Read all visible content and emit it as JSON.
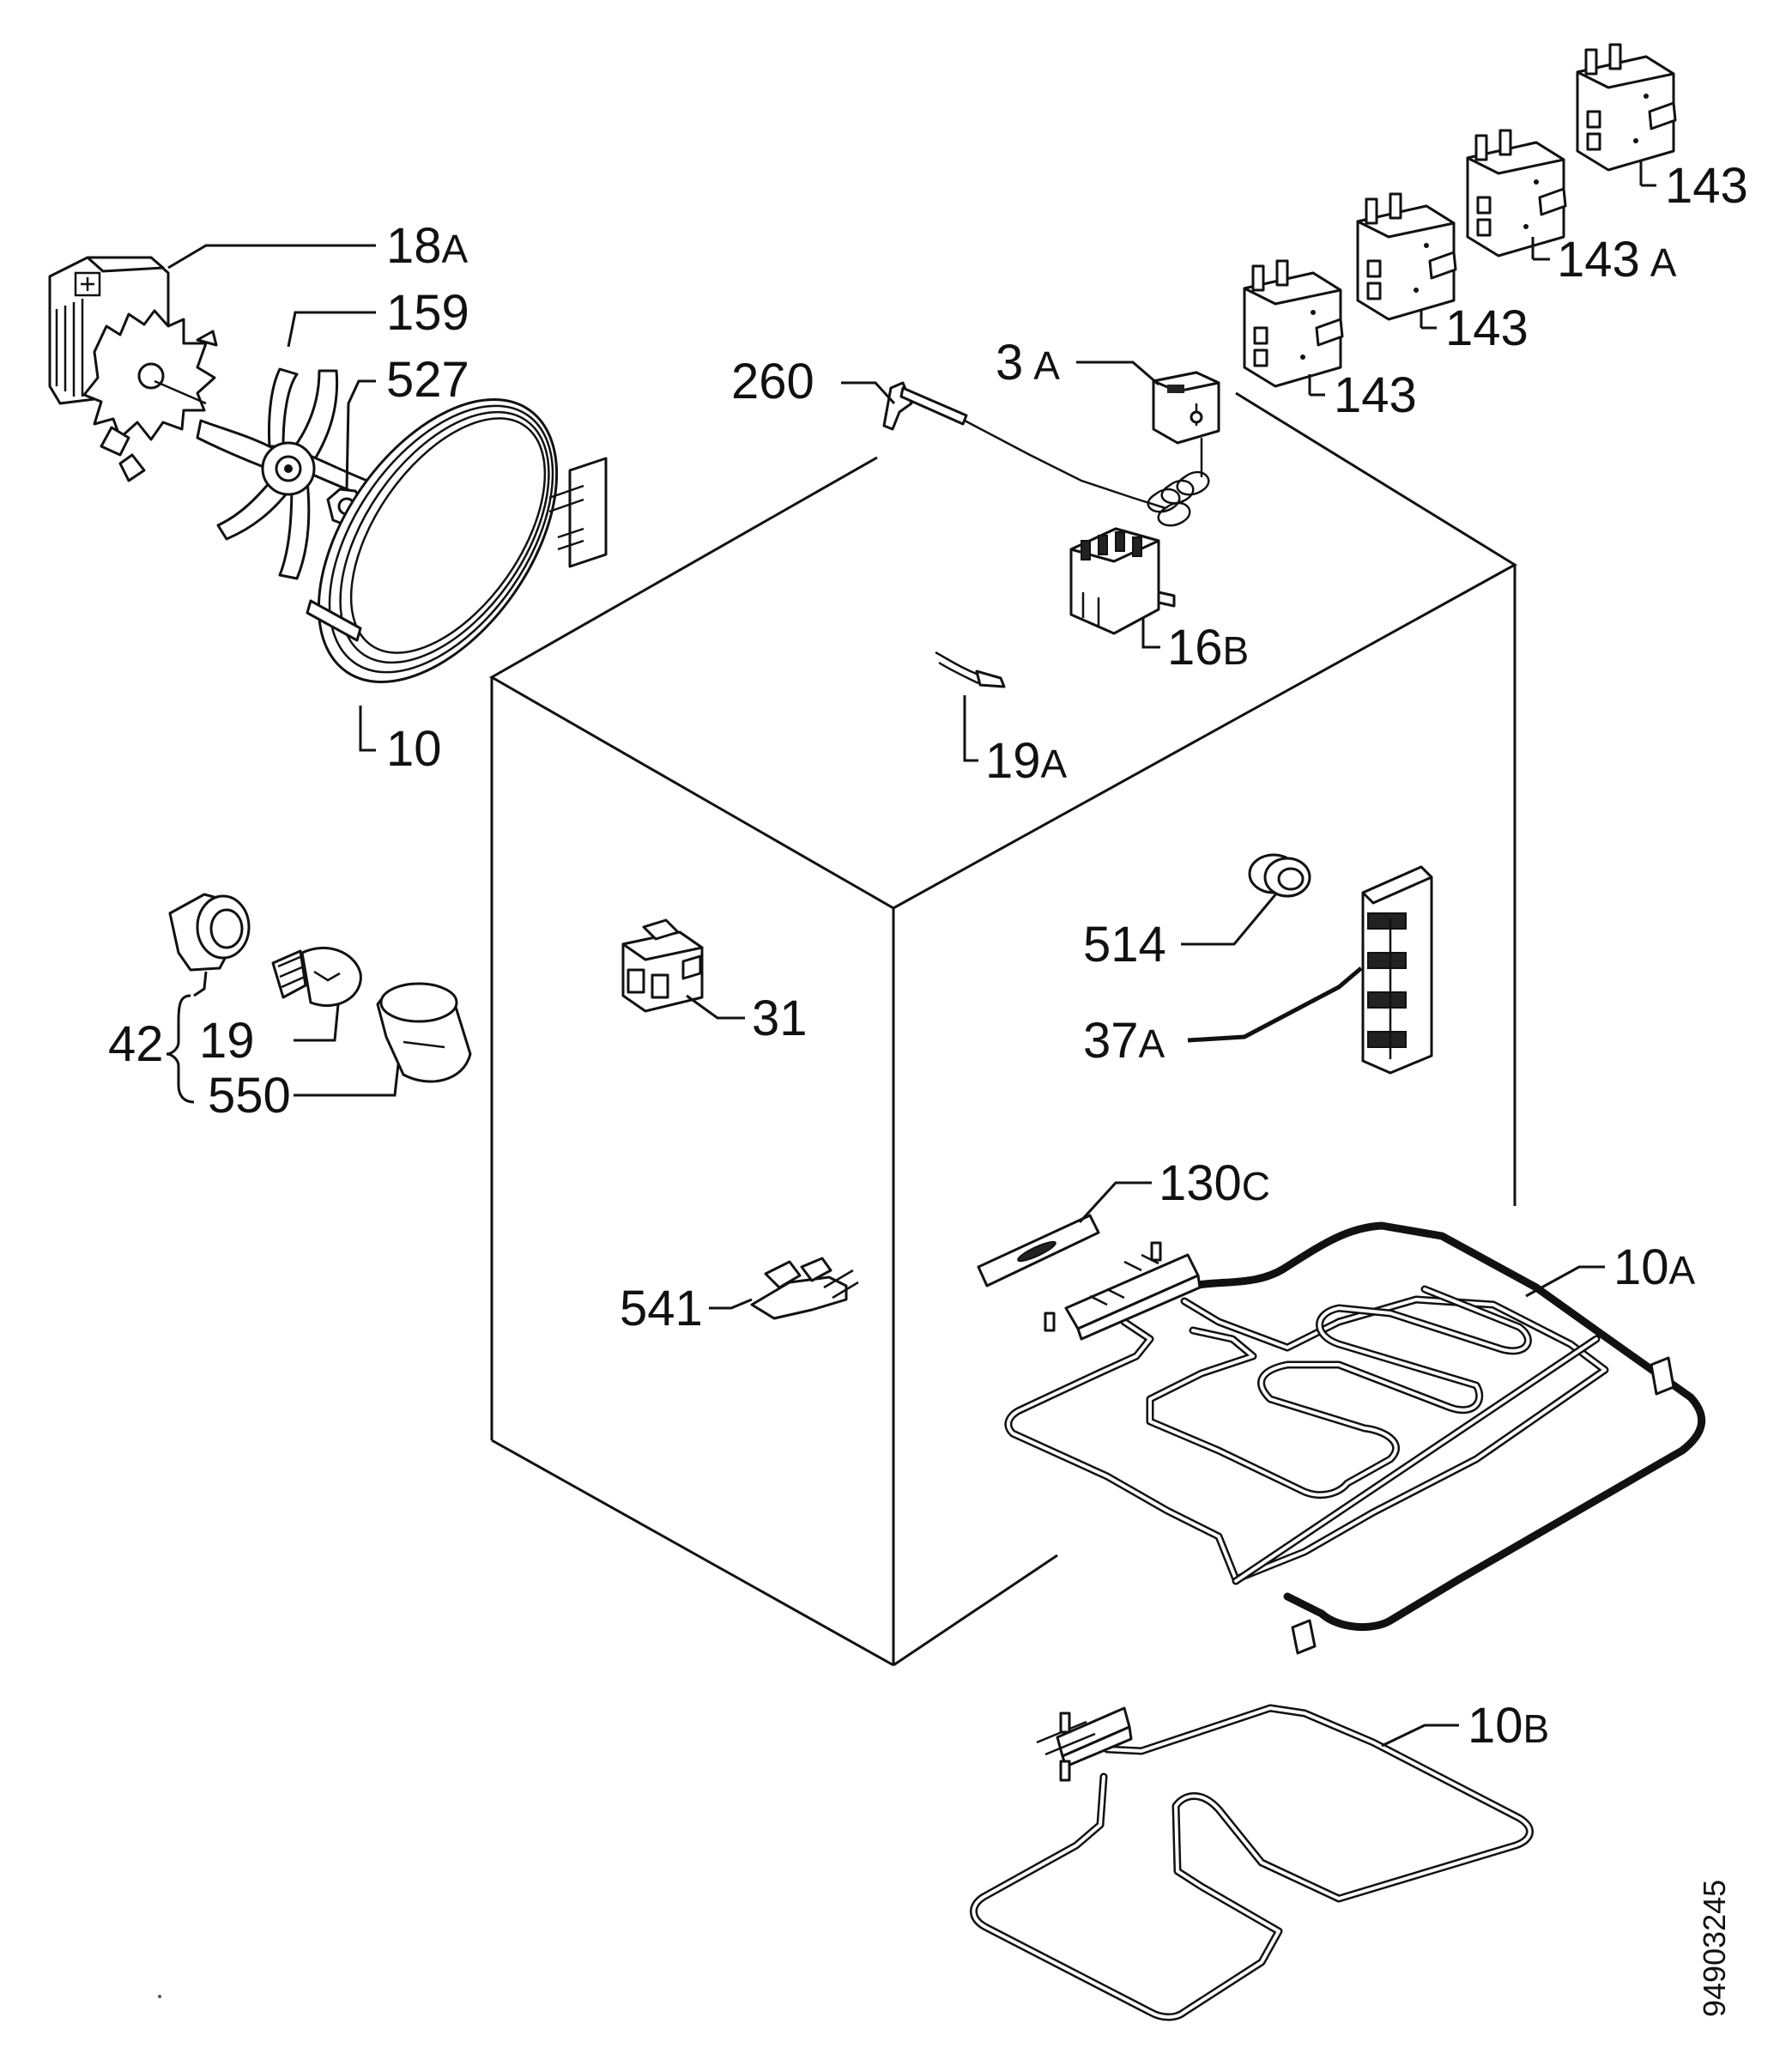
{
  "diagram": {
    "document_id": "94903245",
    "labels": [
      {
        "id": "18A",
        "num": "18",
        "suffix": "A"
      },
      {
        "id": "159",
        "num": "159",
        "suffix": ""
      },
      {
        "id": "527",
        "num": "527",
        "suffix": ""
      },
      {
        "id": "10",
        "num": "10",
        "suffix": ""
      },
      {
        "id": "260",
        "num": "260",
        "suffix": ""
      },
      {
        "id": "3A",
        "num": "3",
        "suffix": "A"
      },
      {
        "id": "143_1",
        "num": "143",
        "suffix": ""
      },
      {
        "id": "143A",
        "num": "143",
        "suffix": "A"
      },
      {
        "id": "143_2",
        "num": "143",
        "suffix": ""
      },
      {
        "id": "143_3",
        "num": "143",
        "suffix": ""
      },
      {
        "id": "16B",
        "num": "16",
        "suffix": "B"
      },
      {
        "id": "19A",
        "num": "19",
        "suffix": "A"
      },
      {
        "id": "514",
        "num": "514",
        "suffix": ""
      },
      {
        "id": "37A",
        "num": "37",
        "suffix": "A"
      },
      {
        "id": "31",
        "num": "31",
        "suffix": ""
      },
      {
        "id": "42",
        "num": "42",
        "suffix": ""
      },
      {
        "id": "19",
        "num": "19",
        "suffix": ""
      },
      {
        "id": "550",
        "num": "550",
        "suffix": ""
      },
      {
        "id": "130C",
        "num": "130",
        "suffix": "C"
      },
      {
        "id": "10A",
        "num": "10",
        "suffix": "A"
      },
      {
        "id": "541",
        "num": "541",
        "suffix": ""
      },
      {
        "id": "10B",
        "num": "10",
        "suffix": "B"
      }
    ]
  }
}
